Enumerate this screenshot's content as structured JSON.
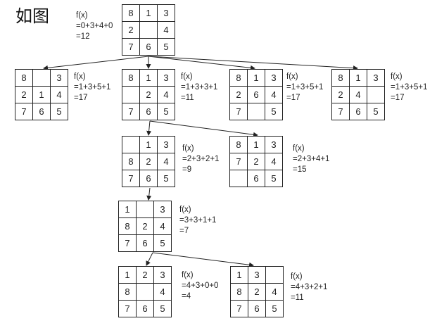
{
  "title": "如图",
  "nodes": [
    {
      "id": "n0",
      "grid": [
        [
          "8",
          "1",
          "3"
        ],
        [
          "2",
          "",
          "4"
        ],
        [
          "7",
          "6",
          "5"
        ]
      ],
      "f": [
        "f(x)",
        "=0+3+4+0",
        "=12"
      ]
    },
    {
      "id": "n1",
      "grid": [
        [
          "8",
          "",
          "3"
        ],
        [
          "2",
          "1",
          "4"
        ],
        [
          "7",
          "6",
          "5"
        ]
      ],
      "f": [
        "f(x)",
        "=1+3+5+1",
        "=17"
      ]
    },
    {
      "id": "n2",
      "grid": [
        [
          "8",
          "1",
          "3"
        ],
        [
          "",
          "2",
          "4"
        ],
        [
          "7",
          "6",
          "5"
        ]
      ],
      "f": [
        "f(x)",
        "=1+3+3+1",
        "=11"
      ]
    },
    {
      "id": "n3",
      "grid": [
        [
          "8",
          "1",
          "3"
        ],
        [
          "2",
          "6",
          "4"
        ],
        [
          "7",
          "",
          "5"
        ]
      ],
      "f": [
        "f(x)",
        "=1+3+5+1",
        "=17"
      ]
    },
    {
      "id": "n4",
      "grid": [
        [
          "8",
          "1",
          "3"
        ],
        [
          "2",
          "4",
          ""
        ],
        [
          "7",
          "6",
          "5"
        ]
      ],
      "f": [
        "f(x)",
        "=1+3+5+1",
        "=17"
      ]
    },
    {
      "id": "n5",
      "grid": [
        [
          "",
          "1",
          "3"
        ],
        [
          "8",
          "2",
          "4"
        ],
        [
          "7",
          "6",
          "5"
        ]
      ],
      "f": [
        "f(x)",
        "=2+3+2+1",
        "=9"
      ]
    },
    {
      "id": "n6",
      "grid": [
        [
          "8",
          "1",
          "3"
        ],
        [
          "7",
          "2",
          "4"
        ],
        [
          "",
          "6",
          "5"
        ]
      ],
      "f": [
        "f(x)",
        "=2+3+4+1",
        "=15"
      ]
    },
    {
      "id": "n7",
      "grid": [
        [
          "1",
          "",
          "3"
        ],
        [
          "8",
          "2",
          "4"
        ],
        [
          "7",
          "6",
          "5"
        ]
      ],
      "f": [
        "f(x)",
        "=3+3+1+1",
        "=7"
      ]
    },
    {
      "id": "n8",
      "grid": [
        [
          "1",
          "2",
          "3"
        ],
        [
          "8",
          "",
          "4"
        ],
        [
          "7",
          "6",
          "5"
        ]
      ],
      "f": [
        "f(x)",
        "=4+3+0+0",
        "=4"
      ]
    },
    {
      "id": "n9",
      "grid": [
        [
          "1",
          "3",
          ""
        ],
        [
          "8",
          "2",
          "4"
        ],
        [
          "7",
          "6",
          "5"
        ]
      ],
      "f": [
        "f(x)",
        "=4+3+2+1",
        "=11"
      ]
    }
  ],
  "edges": [
    {
      "from": "n0",
      "to": "n1"
    },
    {
      "from": "n0",
      "to": "n2"
    },
    {
      "from": "n0",
      "to": "n3"
    },
    {
      "from": "n0",
      "to": "n4"
    },
    {
      "from": "n2",
      "to": "n5"
    },
    {
      "from": "n2",
      "to": "n6"
    },
    {
      "from": "n5",
      "to": "n7"
    },
    {
      "from": "n7",
      "to": "n8"
    },
    {
      "from": "n7",
      "to": "n9"
    }
  ]
}
